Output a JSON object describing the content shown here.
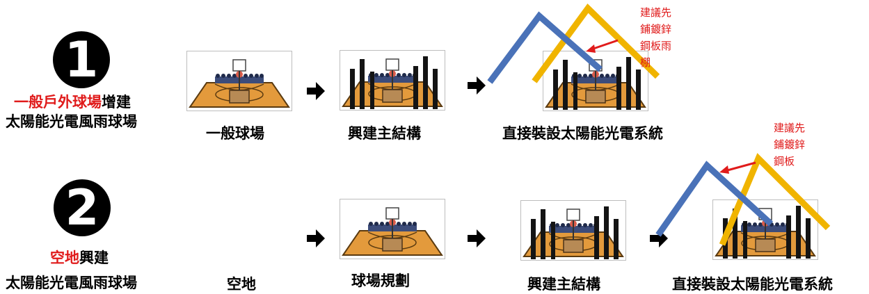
{
  "rows": [
    {
      "number": "1",
      "title_highlight": "一般戶外球場",
      "title_rest": "增建",
      "title_line2": "太陽能光電風雨球場",
      "steps": [
        "一般球場",
        "興建主結構",
        "直接裝設太陽能光電系統"
      ],
      "note_lines": [
        "建議先",
        "鋪鍍鋅",
        "鋼板雨",
        "棚"
      ]
    },
    {
      "number": "2",
      "title_highlight": "空地",
      "title_rest": "興建",
      "title_line2": "太陽能光電風雨球場",
      "steps": [
        "空地",
        "球場規劃",
        "興建主結構",
        "直接裝設太陽能光電系統"
      ],
      "note_lines": [
        "建議先",
        "鋪鍍鋅",
        "鋼板"
      ]
    }
  ],
  "colors": {
    "highlight": "#e01b1b",
    "blue_roof": "#4a72b8",
    "yellow_roof": "#f0b400",
    "court": "#e39a3c"
  }
}
